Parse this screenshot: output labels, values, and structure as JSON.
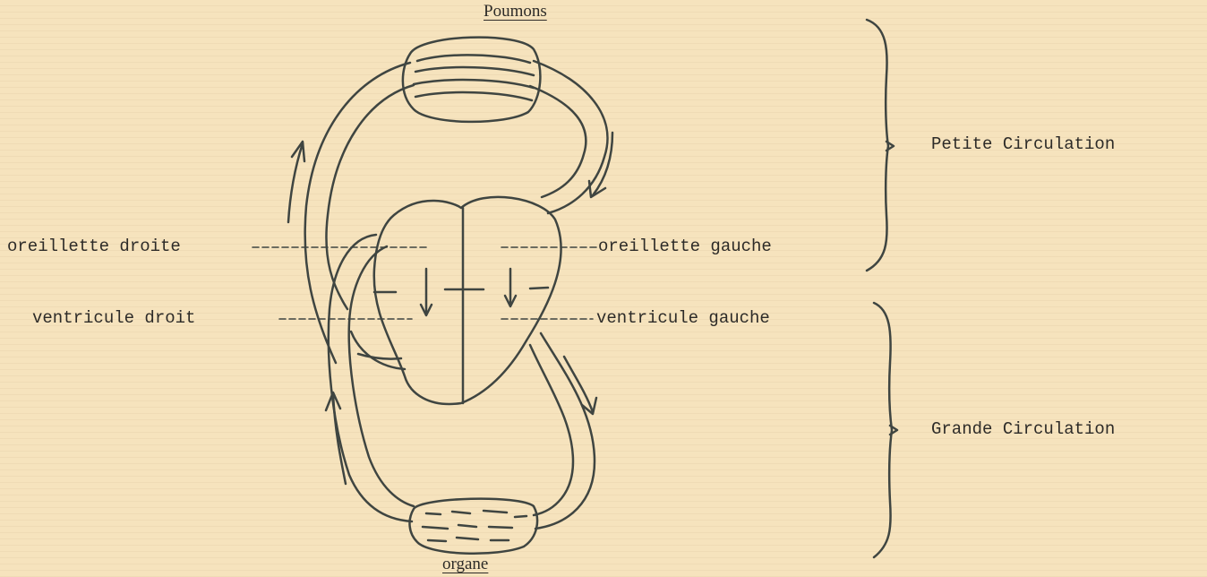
{
  "diagram": {
    "top_label": "Poumons",
    "bottom_label": "organe",
    "left_labels": {
      "right_atrium": "oreillette droite",
      "right_ventricle": "ventricule droit"
    },
    "right_labels": {
      "left_atrium": "oreillette gauche",
      "left_ventricle": "ventricule gauche"
    },
    "circulations": {
      "pulmonary": "Petite Circulation",
      "systemic": "Grande Circulation"
    }
  },
  "colors": {
    "paper": "#f6e3bd",
    "ink": "#2d2b28",
    "vessel_ink": "#3f4541"
  }
}
